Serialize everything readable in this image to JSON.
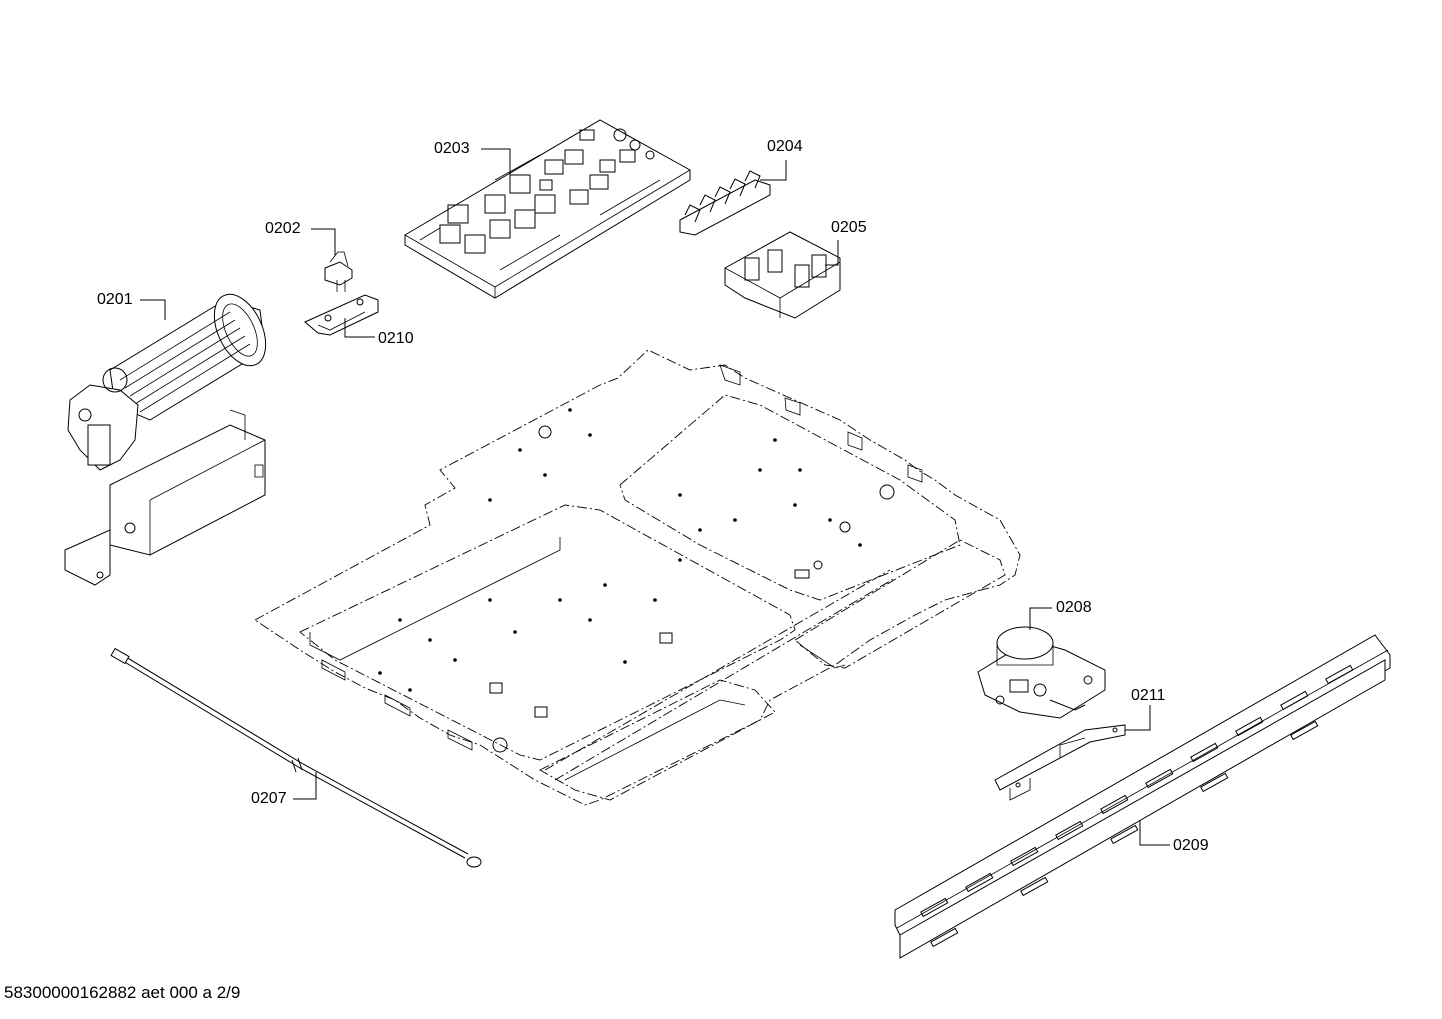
{
  "parts": [
    {
      "id": "0201",
      "label": "0201",
      "icon": "fan-motor-icon"
    },
    {
      "id": "0202",
      "label": "0202",
      "icon": "thermostat-icon"
    },
    {
      "id": "0203",
      "label": "0203",
      "icon": "circuit-board-icon"
    },
    {
      "id": "0204",
      "label": "0204",
      "icon": "connector-strip-icon"
    },
    {
      "id": "0205",
      "label": "0205",
      "icon": "board-holder-icon"
    },
    {
      "id": "0207",
      "label": "0207",
      "icon": "ground-cable-icon"
    },
    {
      "id": "0208",
      "label": "0208",
      "icon": "door-lock-icon"
    },
    {
      "id": "0209",
      "label": "0209",
      "icon": "rail-icon"
    },
    {
      "id": "0210",
      "label": "0210",
      "icon": "bracket-icon"
    },
    {
      "id": "0211",
      "label": "0211",
      "icon": "lock-bracket-icon"
    }
  ],
  "footer": {
    "text": "58300000162882 aet 000 a 2/9"
  }
}
